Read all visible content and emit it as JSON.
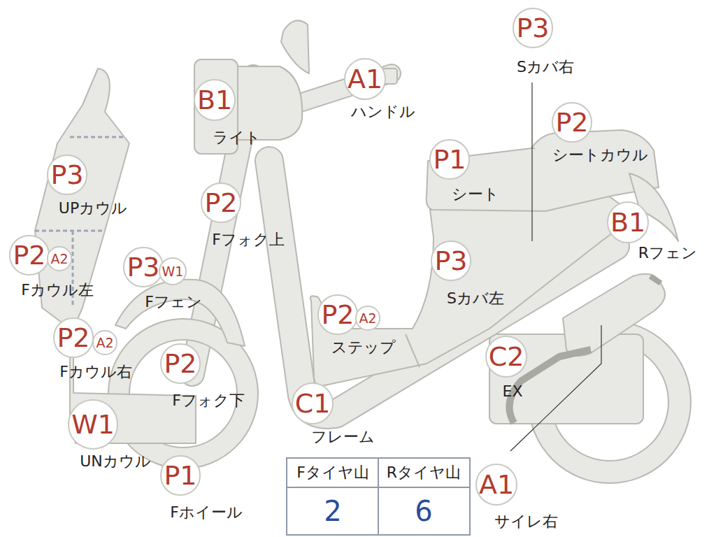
{
  "diagram": {
    "nodes": [
      {
        "text": [
          "P3"
        ]
      },
      {
        "text": [
          "A1"
        ]
      },
      {
        "text": [
          "B1"
        ]
      },
      {
        "text": [
          "P2"
        ]
      },
      {
        "text": [
          "P1"
        ]
      },
      {
        "text": [
          "P3"
        ]
      },
      {
        "text": [
          "P2"
        ]
      },
      {
        "text": [
          "B1"
        ]
      },
      {
        "text": [
          "P2"
        ]
      },
      {
        "text": [
          "A2"
        ]
      },
      {
        "text": [
          "P3"
        ]
      },
      {
        "text": [
          "W1"
        ]
      },
      {
        "text": [
          "P3"
        ]
      },
      {
        "text": [
          "P2"
        ]
      },
      {
        "text": [
          "A2"
        ]
      },
      {
        "text": [
          "P2"
        ]
      },
      {
        "text": [
          "A2"
        ]
      },
      {
        "text": [
          "P2"
        ]
      },
      {
        "text": [
          "C2"
        ]
      },
      {
        "text": [
          "C1"
        ]
      },
      {
        "text": [
          "W1"
        ]
      },
      {
        "text": [
          "P1"
        ]
      },
      {
        "text": [
          "A1"
        ]
      }
    ],
    "labels": [
      "Sカバ右",
      "ハンドル",
      "ライト",
      "シートカウル",
      "シート",
      "UPカウル",
      "Fフォク上",
      "Rフェン",
      "Fカウル左",
      "Fフェン",
      "Sカバ左",
      "ステップ",
      "Fカウル右",
      "Fフォク下",
      "EX",
      "フレーム",
      "UNカウル",
      "Fホイール",
      "サイレ右",
      "Fタイヤ山",
      "Rタイヤ山",
      "2",
      "6"
    ]
  }
}
